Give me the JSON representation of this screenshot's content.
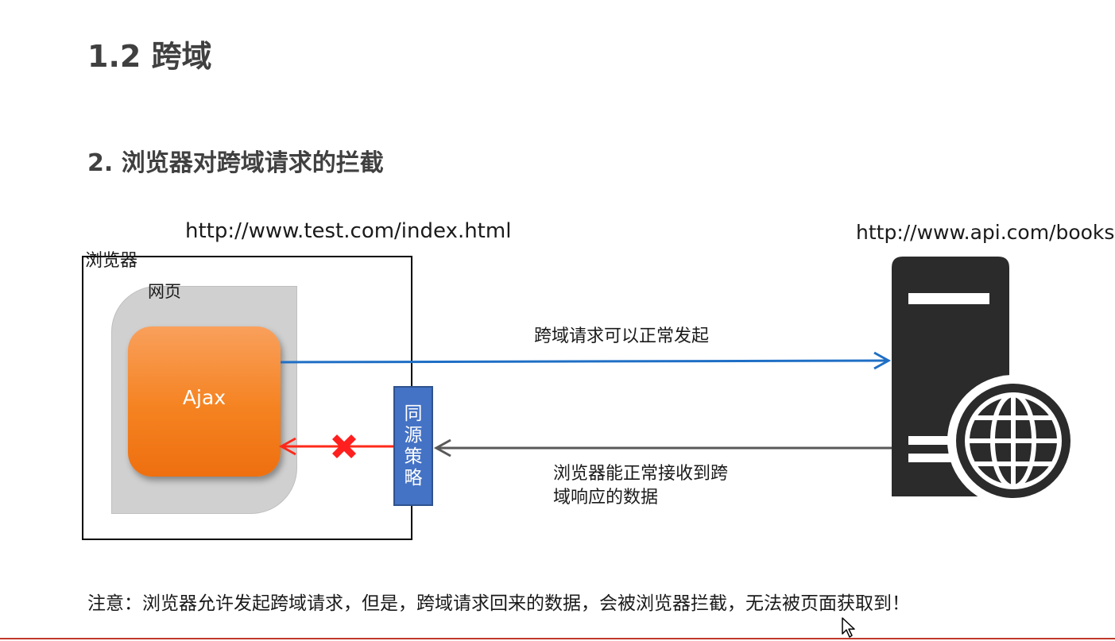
{
  "title": "1.2 跨域",
  "subtitle": "2. 浏览器对跨域请求的拦截",
  "diagram": {
    "client_url": "http://www.test.com/index.html",
    "server_url": "http://www.api.com/books",
    "browser_label": "浏览器",
    "webpage_label": "网页",
    "ajax_label": "Ajax",
    "policy_label": "同源策略",
    "request_label": "跨域请求可以正常发起",
    "response_label": "浏览器能正常接收到跨域响应的数据",
    "icons": {
      "server": "server-globe-icon",
      "blocked": "x-mark-icon"
    },
    "colors": {
      "request_arrow": "#1f6fc5",
      "response_arrow": "#595959",
      "blocked_arrow": "#ff2a1a",
      "ajax": "#f58220",
      "policy": "#4472c4",
      "server": "#2b2b2b"
    }
  },
  "note": "注意：浏览器允许发起跨域请求，但是，跨域请求回来的数据，会被浏览器拦截，无法被页面获取到！"
}
